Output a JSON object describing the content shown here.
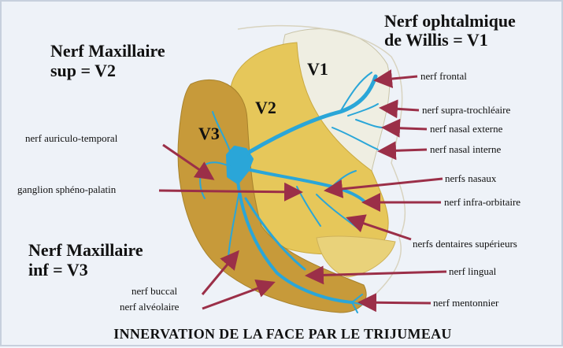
{
  "colors": {
    "background": "#eef2f8",
    "v1_region": "#efeee2",
    "v2_region": "#e6c75a",
    "v3_region": "#c79a3a",
    "nerve": "#2aa6d8",
    "arrow": "#9b2f48",
    "text": "#111111"
  },
  "headings": {
    "v1": [
      "Nerf ophtalmique",
      "de Willis = V1"
    ],
    "v2": [
      "Nerf Maxillaire",
      "sup = V2"
    ],
    "v3": [
      "Nerf Maxillaire",
      "inf = V3"
    ]
  },
  "regions": {
    "v1": "V1",
    "v2": "V2",
    "v3": "V3"
  },
  "labels": {
    "nerf_frontal": "nerf frontal",
    "nerf_supra_trochleaire": "nerf supra-trochléaire",
    "nerf_nasal_externe": "nerf nasal externe",
    "nerf_nasal_interne": "nerf nasal interne",
    "nerf_auriculo_temporal": "nerf auriculo-temporal",
    "ganglion_spheno_palatin": "ganglion sphéno-palatin",
    "nerfs_nasaux": "nerfs nasaux",
    "nerf_infra_orbitaire": "nerf infra-orbitaire",
    "nerfs_dentaires_superieurs": "nerfs dentaires supérieurs",
    "nerf_lingual": "nerf lingual",
    "nerf_buccal": "nerf buccal",
    "nerf_alveolaire": "nerf alvéolaire",
    "nerf_mentonnier": "nerf mentonnier"
  },
  "title": "INNERVATION DE LA FACE PAR LE TRIJUMEAU"
}
